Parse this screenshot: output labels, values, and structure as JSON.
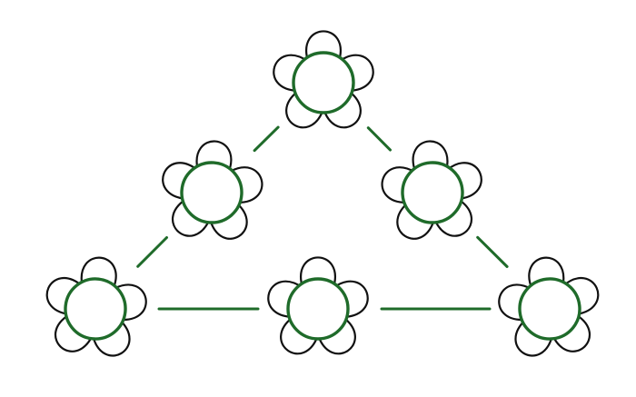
{
  "diagram": {
    "structure": "triangle",
    "node_shape": "five-petal flower with ring center",
    "colors": {
      "outline": "#111111",
      "ring": "#1f6b2a",
      "edge": "#1f6b2a",
      "background": "#ffffff"
    },
    "nodes": [
      {
        "id": "top"
      },
      {
        "id": "mid-left"
      },
      {
        "id": "mid-right"
      },
      {
        "id": "bottom-left"
      },
      {
        "id": "bottom-center"
      },
      {
        "id": "bottom-right"
      }
    ],
    "edges": [
      {
        "from": "top",
        "to": "mid-left"
      },
      {
        "from": "top",
        "to": "mid-right"
      },
      {
        "from": "mid-left",
        "to": "bottom-left"
      },
      {
        "from": "mid-right",
        "to": "bottom-right"
      },
      {
        "from": "bottom-left",
        "to": "bottom-center"
      },
      {
        "from": "bottom-center",
        "to": "bottom-right"
      }
    ]
  }
}
